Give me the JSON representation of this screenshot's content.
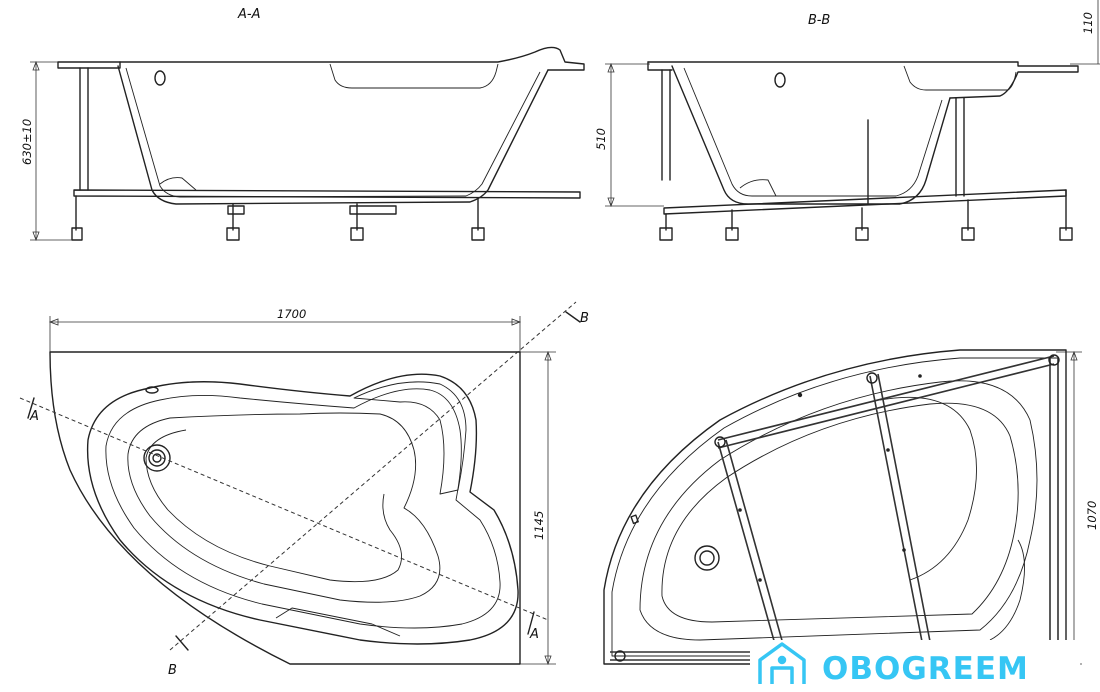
{
  "sections": {
    "aa": "A-A",
    "bb": "B-B"
  },
  "dimensions": {
    "aa_height": "630±10",
    "bb_depth": "510",
    "bb_rim": "110",
    "plan_length": "1700",
    "plan_width": "1145",
    "frame_width": "1070"
  },
  "cut_markers": {
    "a_left": "A",
    "a_right": "A",
    "b_top": "B",
    "b_bottom": "B"
  },
  "watermark": {
    "text": "OBOGREEM",
    "color": "#36c6f4",
    "icon": "house-icon"
  }
}
